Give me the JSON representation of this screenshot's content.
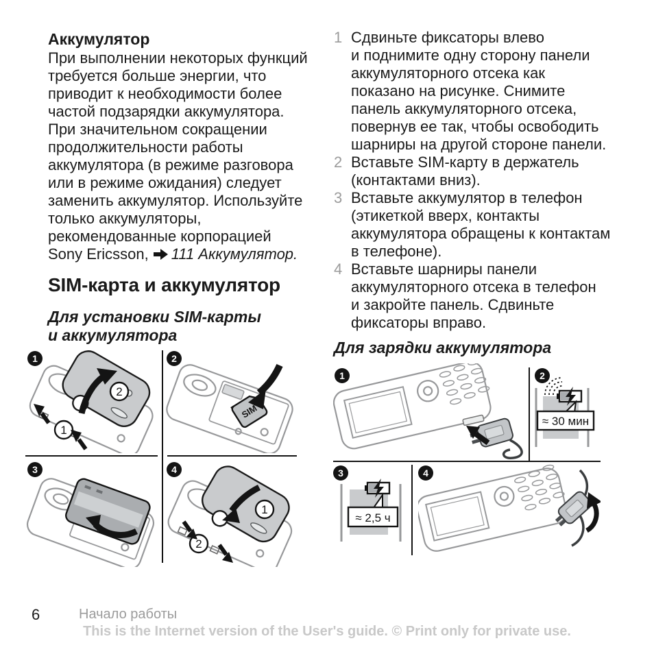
{
  "left": {
    "battery_heading": "Аккумулятор",
    "battery_paragraph_lines": [
      "При выполнении некоторых функций",
      "требуется больше энергии, что",
      "приводит к необходимости более",
      "частой подзарядки аккумулятора.",
      "При значительном сокращении",
      "продолжительности работы",
      "аккумулятора (в режиме разговора",
      "или в режиме ожидания) следует",
      "заменить аккумулятор. Используйте",
      "только аккумуляторы,",
      "рекомендованные корпорацией"
    ],
    "battery_ref": {
      "prefix": "Sony Ericsson,",
      "arrow_icon": "black-right-arrow",
      "reference": "111 Аккумулятор."
    },
    "sim_heading": "SIM-карта и аккумулятор",
    "install_subheading_lines": [
      "Для установки SIM-карты",
      "и аккумулятора"
    ]
  },
  "right": {
    "steps": [
      {
        "num": "1",
        "lines": [
          "Сдвиньте фиксаторы влево",
          "и поднимите одну сторону панели",
          "аккумуляторного отсека как",
          "показано на рисунке. Снимите",
          "панель аккумуляторного отсека,",
          "повернув ее так, чтобы освободить",
          "шарниры на другой стороне панели."
        ]
      },
      {
        "num": "2",
        "lines": [
          "Вставьте SIM-карту в держатель",
          "(контактами вниз)."
        ]
      },
      {
        "num": "3",
        "lines": [
          "Вставьте аккумулятор в телефон",
          "(этикеткой вверх, контакты",
          "аккумулятора обращены к контактам",
          "в телефоне)."
        ]
      },
      {
        "num": "4",
        "lines": [
          "Вставьте шарниры панели",
          "аккумуляторного отсека в телефон",
          "и закройте панель. Сдвиньте",
          "фиксаторы вправо."
        ]
      }
    ],
    "charge_subheading": "Для зарядки аккумулятора"
  },
  "figures_install": [
    {
      "badge": "1",
      "steps": [
        "1",
        "2"
      ]
    },
    {
      "badge": "2",
      "sim_label": "SIM"
    },
    {
      "badge": "3"
    },
    {
      "badge": "4",
      "steps": [
        "1",
        "2"
      ]
    }
  ],
  "figures_charge": [
    {
      "badge": "1"
    },
    {
      "badge": "2",
      "label": "≈ 30 мин"
    },
    {
      "badge": "3",
      "label": "≈ 2,5 ч"
    },
    {
      "badge": "4"
    }
  ],
  "footer": {
    "page_number": "6",
    "section_title": "Начало работы",
    "legal": "This is the Internet version of the User's guide. © Print only for private use."
  },
  "colors": {
    "text": "#1a1a1a",
    "muted_number": "#9b9b9b",
    "legal_text": "#c8c8c8",
    "figure_gray": "#c9cbcd",
    "outline_gray": "#97989a"
  }
}
